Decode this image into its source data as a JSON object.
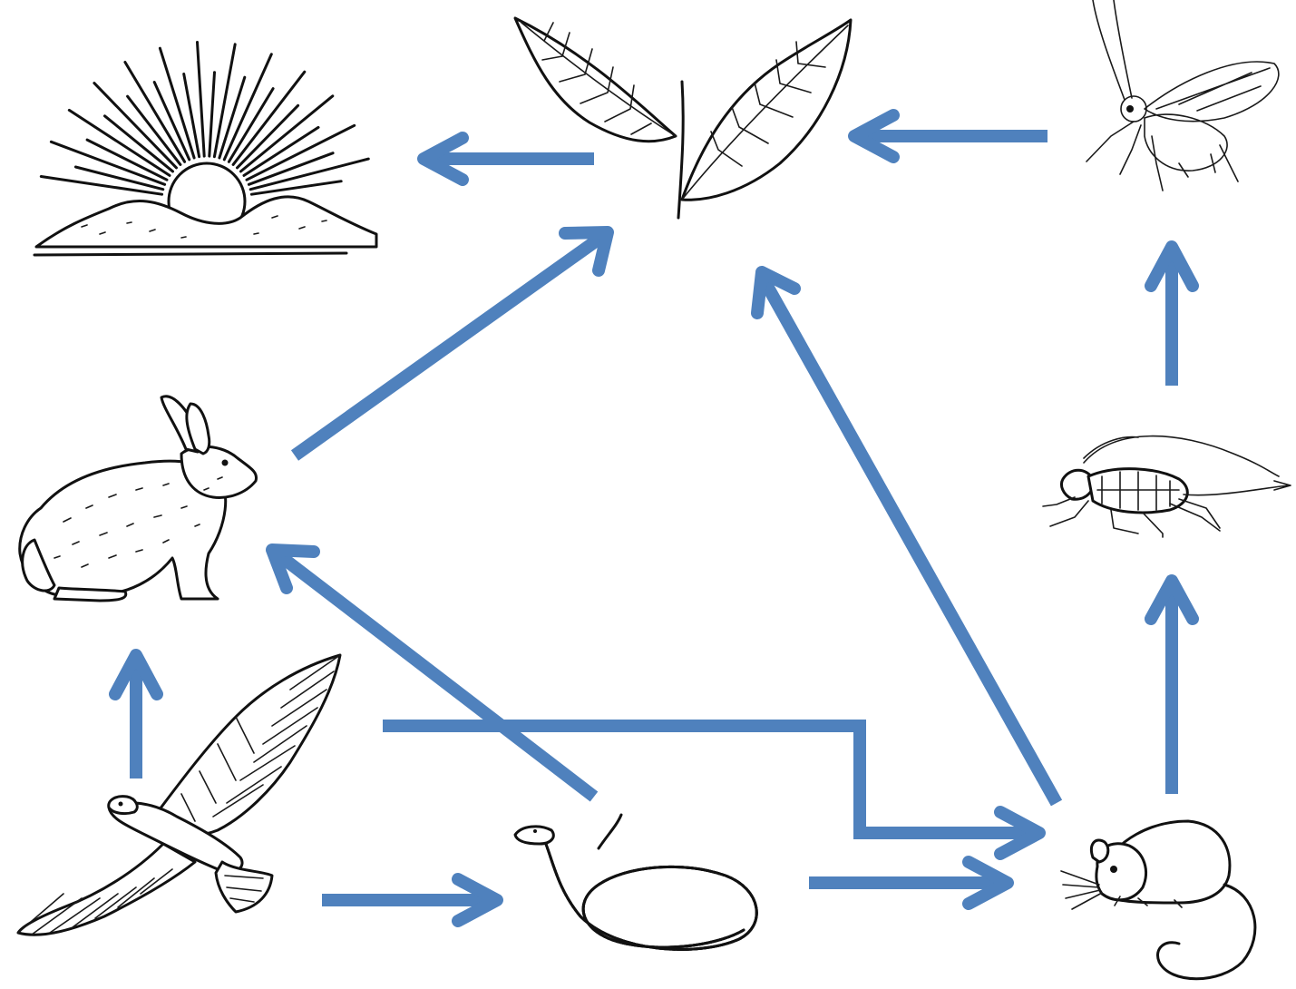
{
  "colors": {
    "arrow": "#4f81bd",
    "ink": "#111111",
    "background": "#ffffff"
  },
  "organisms": [
    {
      "id": "sun",
      "icon": "sun-icon"
    },
    {
      "id": "plant",
      "icon": "plant-icon"
    },
    {
      "id": "aphid",
      "icon": "aphid-icon"
    },
    {
      "id": "rabbit",
      "icon": "rabbit-icon"
    },
    {
      "id": "cricket",
      "icon": "cricket-icon"
    },
    {
      "id": "hawk",
      "icon": "hawk-icon"
    },
    {
      "id": "snake",
      "icon": "snake-icon"
    },
    {
      "id": "mouse",
      "icon": "mouse-icon"
    }
  ],
  "arrows": [
    {
      "from": "plant",
      "to": "sun"
    },
    {
      "from": "aphid",
      "to": "plant"
    },
    {
      "from": "rabbit",
      "to": "plant"
    },
    {
      "from": "mouse",
      "to": "plant"
    },
    {
      "from": "cricket",
      "to": "aphid"
    },
    {
      "from": "mouse",
      "to": "cricket"
    },
    {
      "from": "hawk",
      "to": "rabbit"
    },
    {
      "from": "snake",
      "to": "rabbit"
    },
    {
      "from": "hawk",
      "to": "snake"
    },
    {
      "from": "snake",
      "to": "mouse"
    },
    {
      "from": "hawk",
      "to": "mouse"
    }
  ]
}
